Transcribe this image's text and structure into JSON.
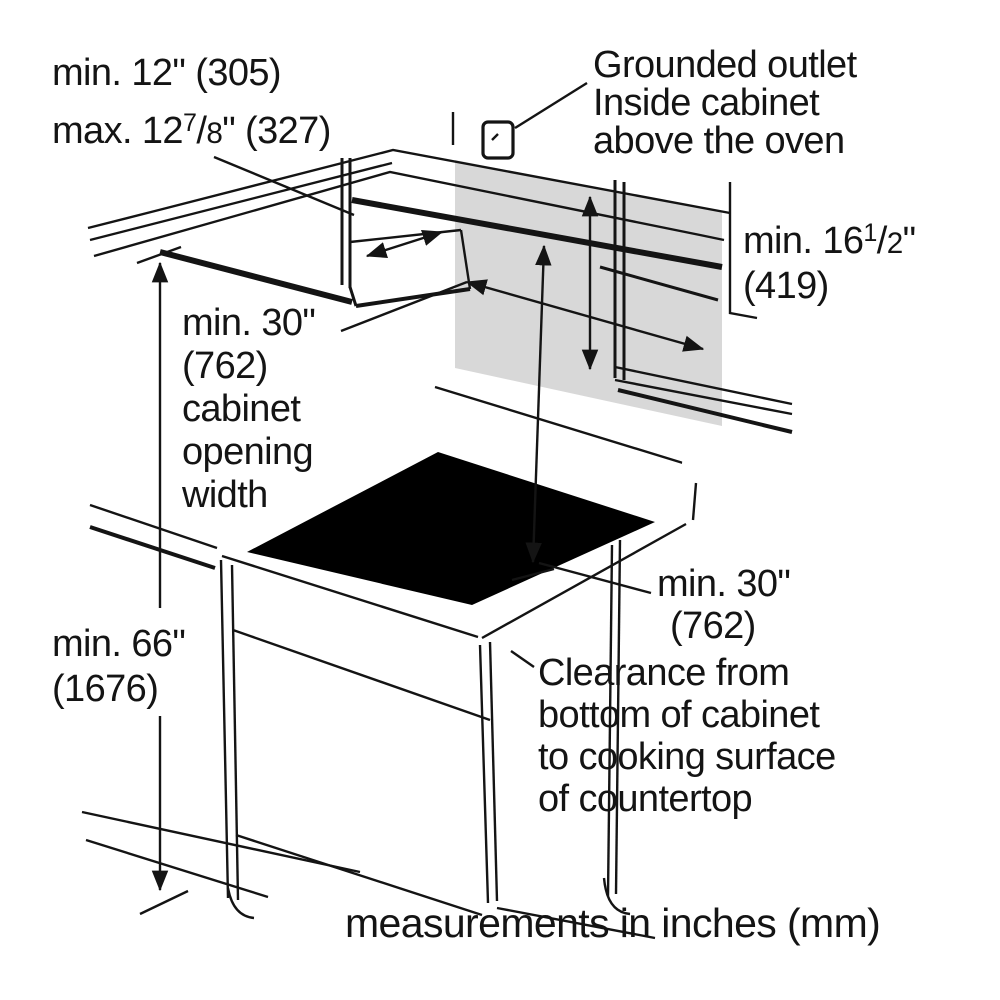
{
  "figure": {
    "type": "range-installation-clearance-diagram",
    "footer_note": "measurements in inches (mm)"
  },
  "colors": {
    "line": "#141414",
    "shaded_wall": "#d8d8d8",
    "background": "#ffffff"
  },
  "labels": {
    "cabinet_depth": {
      "line1": "min. 12\" (305)",
      "line2_pre": "max. 12",
      "frac_num": "7",
      "frac_slash": "/",
      "frac_den": "8",
      "line2_post": "\" (327)"
    },
    "grounded_outlet": {
      "line1": "Grounded outlet",
      "line2": "Inside cabinet",
      "line3": "above the oven"
    },
    "cabinet_height": {
      "line1_pre": "min. 16",
      "frac_num": "1",
      "frac_slash": "/",
      "frac_den": "2",
      "line1_post": "\"",
      "line2": "(419)"
    },
    "opening_width": {
      "line1": "min. 30\"",
      "line2": "(762)",
      "line3": "cabinet",
      "line4": "opening",
      "line5": "width"
    },
    "floor_clearance": {
      "line1": "min. 66\"",
      "line2": "(1676)"
    },
    "cooktop_clearance": {
      "line1": "min. 30\"",
      "line2": "(762)",
      "line3": "Clearance from",
      "line4": "bottom of cabinet",
      "line5": "to cooking surface",
      "line6": "of countertop"
    }
  }
}
